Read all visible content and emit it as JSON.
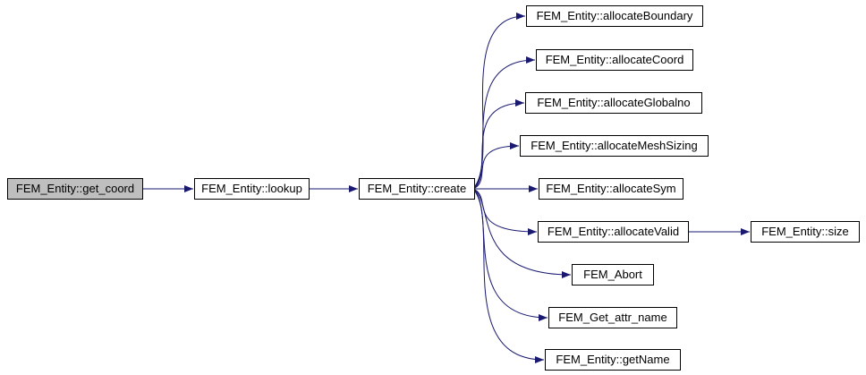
{
  "diagram": {
    "type": "call-graph",
    "edge_color": "#191970",
    "node_border_color": "#000000",
    "node_fill_color": "#ffffff",
    "highlight_fill_color": "#bfbfbf",
    "nodes": [
      {
        "id": "get_coord",
        "label": "FEM_Entity::get_coord",
        "highlighted": true
      },
      {
        "id": "lookup",
        "label": "FEM_Entity::lookup",
        "highlighted": false
      },
      {
        "id": "create",
        "label": "FEM_Entity::create",
        "highlighted": false
      },
      {
        "id": "allocateBoundary",
        "label": "FEM_Entity::allocateBoundary",
        "highlighted": false
      },
      {
        "id": "allocateCoord",
        "label": "FEM_Entity::allocateCoord",
        "highlighted": false
      },
      {
        "id": "allocateGlobalno",
        "label": "FEM_Entity::allocateGlobalno",
        "highlighted": false
      },
      {
        "id": "allocateMeshSizing",
        "label": "FEM_Entity::allocateMeshSizing",
        "highlighted": false
      },
      {
        "id": "allocateSym",
        "label": "FEM_Entity::allocateSym",
        "highlighted": false
      },
      {
        "id": "allocateValid",
        "label": "FEM_Entity::allocateValid",
        "highlighted": false
      },
      {
        "id": "fem_abort",
        "label": "FEM_Abort",
        "highlighted": false
      },
      {
        "id": "fem_get_attr_name",
        "label": "FEM_Get_attr_name",
        "highlighted": false
      },
      {
        "id": "getName",
        "label": "FEM_Entity::getName",
        "highlighted": false
      },
      {
        "id": "size",
        "label": "FEM_Entity::size",
        "highlighted": false
      }
    ],
    "edges": [
      {
        "from": "get_coord",
        "to": "lookup"
      },
      {
        "from": "lookup",
        "to": "create"
      },
      {
        "from": "create",
        "to": "allocateBoundary"
      },
      {
        "from": "create",
        "to": "allocateCoord"
      },
      {
        "from": "create",
        "to": "allocateGlobalno"
      },
      {
        "from": "create",
        "to": "allocateMeshSizing"
      },
      {
        "from": "create",
        "to": "allocateSym"
      },
      {
        "from": "create",
        "to": "allocateValid"
      },
      {
        "from": "create",
        "to": "fem_abort"
      },
      {
        "from": "create",
        "to": "fem_get_attr_name"
      },
      {
        "from": "create",
        "to": "getName"
      },
      {
        "from": "allocateValid",
        "to": "size"
      }
    ]
  }
}
